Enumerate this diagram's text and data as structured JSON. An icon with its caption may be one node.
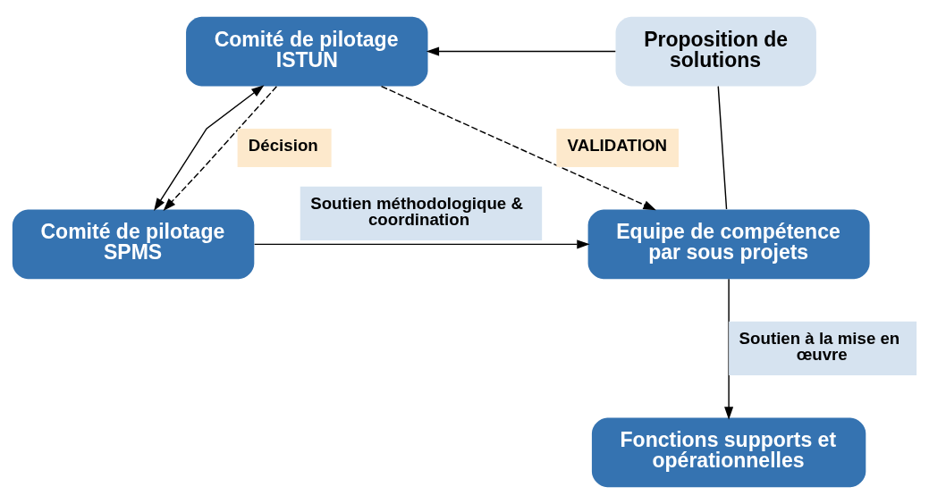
{
  "diagram": {
    "nodes": [
      {
        "text": [
          "Comité de pilotage ISTUN"
        ]
      },
      {
        "text": [
          "Proposition de solutions"
        ]
      },
      {
        "text": [
          "Comité de pilotage SPMS"
        ]
      },
      {
        "text": [
          "Equipe de compétence par sous projets"
        ]
      },
      {
        "text": [
          "Fonctions supports et opérationnelles"
        ]
      }
    ],
    "edges": [
      {
        "from": 0,
        "to": 2,
        "arrow": "both"
      },
      {
        "from": 1,
        "to": 0,
        "arrow": "to"
      },
      {
        "from": 1,
        "to": 3,
        "arrow": "none"
      },
      {
        "from": 0,
        "to": 2,
        "arrow": "to",
        "style": "dashed",
        "label": "Décision"
      },
      {
        "from": 0,
        "to": 3,
        "arrow": "to",
        "style": "dashed",
        "label": "VALIDATION"
      },
      {
        "from": 2,
        "to": 3,
        "arrow": "to",
        "label": "Soutien méthodologique & coordination"
      },
      {
        "from": 3,
        "to": 4,
        "arrow": "to",
        "label": "Soutien à la mise en œuvre"
      }
    ]
  }
}
